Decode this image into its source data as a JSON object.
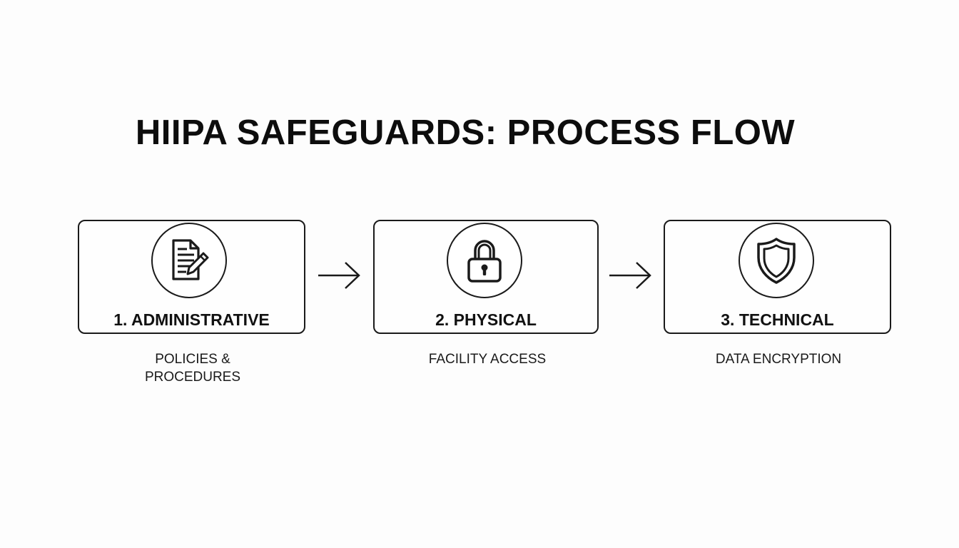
{
  "title": "HIIPA SAFEGUARDS: PROCESS FLOW",
  "colors": {
    "stroke": "#1a1a1a",
    "background": "#fdfdfd",
    "text": "#111111"
  },
  "steps": [
    {
      "title": "1. ADMINISTRATIVE",
      "description": "POLICIES &\nPROCEDURES",
      "icon": "document-pen-icon"
    },
    {
      "title": "2. PHYSICAL",
      "description": "FACILITY ACCESS",
      "icon": "padlock-icon"
    },
    {
      "title": "3. TECHNICAL",
      "description": "DATA ENCRYPTION",
      "icon": "shield-icon"
    }
  ],
  "connectors": [
    "right-arrow-icon",
    "right-arrow-icon"
  ]
}
